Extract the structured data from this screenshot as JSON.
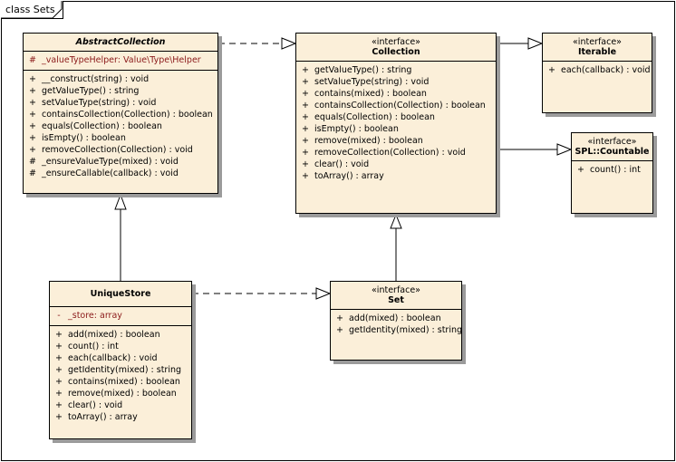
{
  "frame": {
    "title": "class Sets"
  },
  "classes": {
    "abstract_collection": {
      "name": "AbstractCollection",
      "attributes": [
        {
          "vis": "#",
          "text": "_valueTypeHelper:  Value\\Type\\Helper"
        }
      ],
      "operations": [
        {
          "vis": "+",
          "text": "__construct(string) : void"
        },
        {
          "vis": "+",
          "text": "getValueType() : string"
        },
        {
          "vis": "+",
          "text": "setValueType(string) : void"
        },
        {
          "vis": "+",
          "text": "containsCollection(Collection) : boolean"
        },
        {
          "vis": "+",
          "text": "equals(Collection) : boolean"
        },
        {
          "vis": "+",
          "text": "isEmpty() : boolean"
        },
        {
          "vis": "+",
          "text": "removeCollection(Collection) : void"
        },
        {
          "vis": "#",
          "text": "_ensureValueType(mixed) : void"
        },
        {
          "vis": "#",
          "text": "_ensureCallable(callback) : void"
        }
      ]
    },
    "collection": {
      "stereotype": "«interface»",
      "name": "Collection",
      "operations": [
        {
          "vis": "+",
          "text": "getValueType() : string"
        },
        {
          "vis": "+",
          "text": "setValueType(string) : void"
        },
        {
          "vis": "+",
          "text": "contains(mixed) : boolean"
        },
        {
          "vis": "+",
          "text": "containsCollection(Collection) : boolean"
        },
        {
          "vis": "+",
          "text": "equals(Collection) : boolean"
        },
        {
          "vis": "+",
          "text": "isEmpty() : boolean"
        },
        {
          "vis": "+",
          "text": "remove(mixed) : boolean"
        },
        {
          "vis": "+",
          "text": "removeCollection(Collection) : void"
        },
        {
          "vis": "+",
          "text": "clear() : void"
        },
        {
          "vis": "+",
          "text": "toArray() : array"
        }
      ]
    },
    "iterable": {
      "stereotype": "«interface»",
      "name": "Iterable",
      "operations": [
        {
          "vis": "+",
          "text": "each(callback) : void"
        }
      ]
    },
    "countable": {
      "stereotype": "«interface»",
      "name": "SPL::Countable",
      "operations": [
        {
          "vis": "+",
          "text": "count() : int"
        }
      ]
    },
    "unique_store": {
      "name": "UniqueStore",
      "attributes": [
        {
          "vis": "-",
          "text": "_store:  array"
        }
      ],
      "operations": [
        {
          "vis": "+",
          "text": "add(mixed) : boolean"
        },
        {
          "vis": "+",
          "text": "count() : int"
        },
        {
          "vis": "+",
          "text": "each(callback) : void"
        },
        {
          "vis": "+",
          "text": "getIdentity(mixed) : string"
        },
        {
          "vis": "+",
          "text": "contains(mixed) : boolean"
        },
        {
          "vis": "+",
          "text": "remove(mixed) : boolean"
        },
        {
          "vis": "+",
          "text": "clear() : void"
        },
        {
          "vis": "+",
          "text": "toArray() : array"
        }
      ]
    },
    "set": {
      "stereotype": "«interface»",
      "name": "Set",
      "operations": [
        {
          "vis": "+",
          "text": "add(mixed) : boolean"
        },
        {
          "vis": "+",
          "text": "getIdentity(mixed) : string"
        }
      ]
    }
  }
}
